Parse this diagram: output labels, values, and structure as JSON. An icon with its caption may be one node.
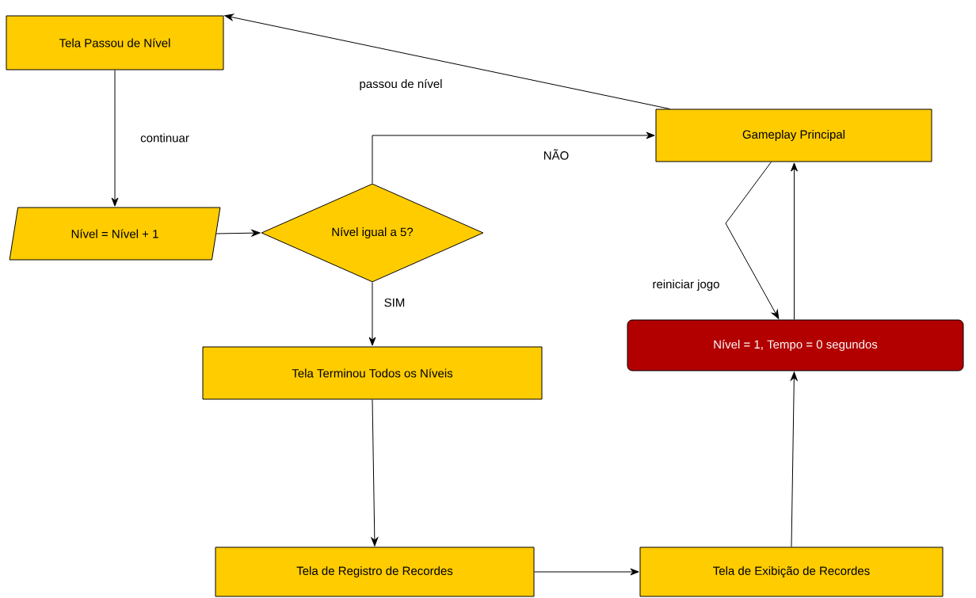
{
  "diagram": {
    "nodes": [
      {
        "text": [
          "Tela Passou de Nível"
        ]
      },
      {
        "text": [
          "Gameplay Principal"
        ]
      },
      {
        "text": [
          "Nível = Nível + 1"
        ]
      },
      {
        "text": [
          "Nível igual a 5?"
        ]
      },
      {
        "text": [
          "Nível = 1, Tempo = 0 segundos"
        ]
      },
      {
        "text": [
          "Tela Terminou Todos os Níveis"
        ]
      },
      {
        "text": [
          "Tela de Registro de Recordes"
        ]
      },
      {
        "text": [
          "Tela de Exibição de Recordes"
        ]
      }
    ],
    "edges": [
      {
        "from": 1,
        "to": 0,
        "arrow": "to",
        "label": "passou de nível"
      },
      {
        "from": 0,
        "to": 2,
        "arrow": "to",
        "label": "continuar"
      },
      {
        "from": 2,
        "to": 3,
        "arrow": "to"
      },
      {
        "from": 3,
        "to": 1,
        "arrow": "to",
        "label": "NÃO"
      },
      {
        "from": 3,
        "to": 5,
        "arrow": "to",
        "label": "SIM"
      },
      {
        "from": 1,
        "to": 4,
        "arrow": "to",
        "label": "reiniciar jogo"
      },
      {
        "from": 4,
        "to": 1,
        "arrow": "to"
      },
      {
        "from": 5,
        "to": 6,
        "arrow": "to"
      },
      {
        "from": 6,
        "to": 7,
        "arrow": "to"
      },
      {
        "from": 7,
        "to": 4,
        "arrow": "to"
      }
    ]
  }
}
